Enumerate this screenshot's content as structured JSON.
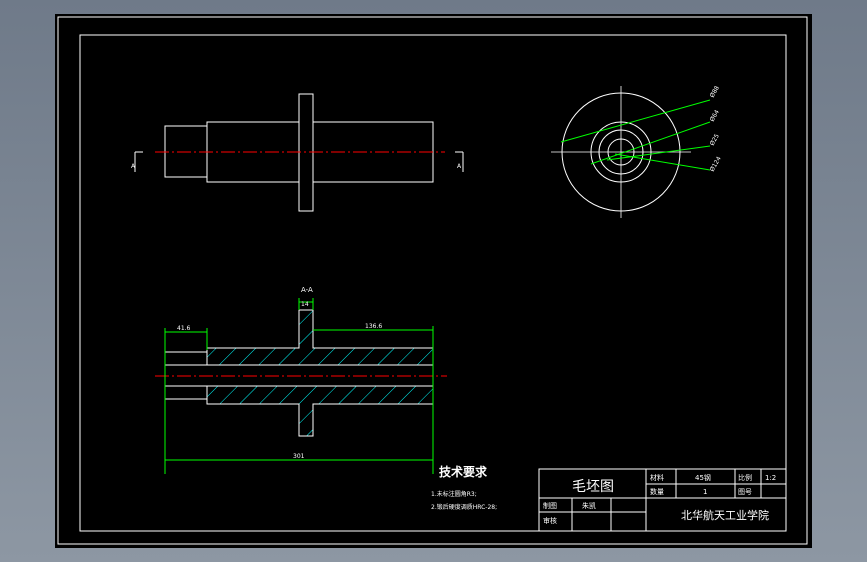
{
  "drawing": {
    "section_label": "A-A",
    "view_marker_left": "A",
    "view_marker_right": "A",
    "dimensions": {
      "left_length": "41.6",
      "flange_width": "14",
      "right_length": "136.6",
      "overall_length": "301",
      "dia_outer": "Ø88",
      "dia_1": "Ø64",
      "dia_2": "Ø25",
      "dia_3": "Ø124"
    },
    "tech_req": {
      "title": "技术要求",
      "line1": "1.未标注圆角R3;",
      "line2": "2.锻后硬度调质HRC-28;"
    },
    "title_block": {
      "drawing_title": "毛坯图",
      "material_label": "材料",
      "material_value": "45钢",
      "scale_label": "比例",
      "scale_value": "1:2",
      "qty_label": "数量",
      "qty_value": "1",
      "drawing_no_label": "图号",
      "drawer_label": "制图",
      "drawer_value": "朱凯",
      "checker_label": "审核",
      "school": "北华航天工业学院"
    },
    "colors": {
      "line": "#ffffff",
      "dimension": "#00ff00",
      "centerline": "#ff0000",
      "hatch": "#00ffff",
      "text": "#ffffff",
      "background": "#000000"
    }
  }
}
